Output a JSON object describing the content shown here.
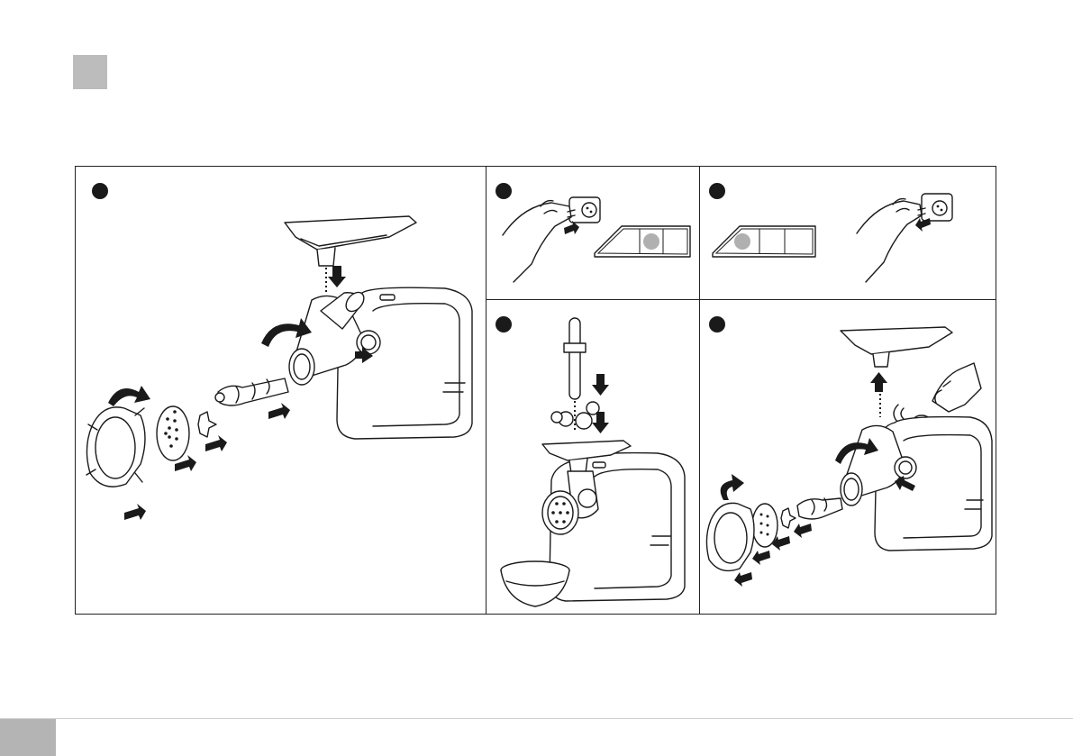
{
  "colors": {
    "section_marker": "#bcbcbc",
    "frame": "#222222",
    "step_marker": "#1a1a1a",
    "indicator_fill": "#b0b0b0",
    "footer_marker": "#b4b4b4"
  },
  "panels": [
    {
      "id": "assembly",
      "icon": "meat-grinder-assembly-illustration"
    },
    {
      "id": "plug-in",
      "icon": "plug-in-and-control-panel-illustration"
    },
    {
      "id": "unplug",
      "icon": "unplug-and-control-panel-illustration"
    },
    {
      "id": "operation",
      "icon": "feeding-with-pusher-illustration"
    },
    {
      "id": "disassembly",
      "icon": "disassembly-illustration"
    }
  ]
}
